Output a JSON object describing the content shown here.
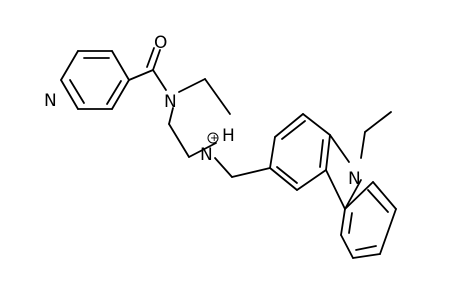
{
  "structure": {
    "atoms": {
      "pyridine_n": "N",
      "carbonyl_o": "O",
      "piperazine_n1": "N",
      "piperazine_n4": "N",
      "n_hydrogen": "H",
      "charge": "+",
      "carbazole_n": "N"
    }
  }
}
